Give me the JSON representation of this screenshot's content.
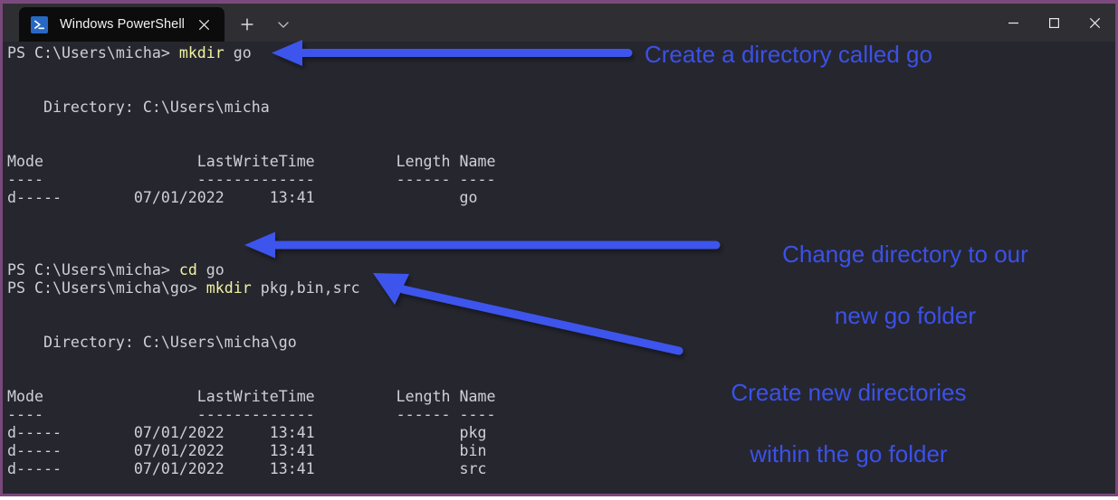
{
  "window": {
    "border_color": "#7b4a7d",
    "titlebar_color": "#2f2f33",
    "terminal_bg": "#26262f",
    "tab": {
      "title": "Windows PowerShell",
      "icon": "powershell-icon",
      "close_icon": "close-icon"
    },
    "new_tab_icon": "plus-icon",
    "tab_dropdown_icon": "chevron-down-icon",
    "controls": {
      "minimize": "minimize-icon",
      "maximize": "maximize-icon",
      "close": "close-icon"
    }
  },
  "terminal": {
    "text_color": "#cfcfd6",
    "command_color": "#f2f2a0",
    "block1": {
      "prompt": "PS C:\\Users\\micha> ",
      "command": "mkdir",
      "args": " go",
      "directory_line": "    Directory: C:\\Users\\micha",
      "header": "Mode                 LastWriteTime         Length Name",
      "rule": "----                 -------------         ------ ----",
      "rows": [
        "d-----        07/01/2022     13:41                go"
      ]
    },
    "block2": {
      "prompt1": "PS C:\\Users\\micha> ",
      "command1": "cd",
      "args1": " go",
      "prompt2": "PS C:\\Users\\micha\\go> ",
      "command2": "mkdir",
      "args2": " pkg,bin,src",
      "directory_line": "    Directory: C:\\Users\\micha\\go",
      "header": "Mode                 LastWriteTime         Length Name",
      "rule": "----                 -------------         ------ ----",
      "rows": [
        "d-----        07/01/2022     13:41                pkg",
        "d-----        07/01/2022     13:41                bin",
        "d-----        07/01/2022     13:41                src"
      ]
    }
  },
  "annotations": {
    "color": "#3b51e8",
    "items": [
      {
        "name": "annotation-create-directory",
        "text": "Create a directory called go"
      },
      {
        "name": "annotation-change-directory",
        "line1": "Change directory to our",
        "line2": "new go folder"
      },
      {
        "name": "annotation-create-new-dirs",
        "line1": "Create new directories",
        "line2": "within the go folder"
      }
    ]
  }
}
